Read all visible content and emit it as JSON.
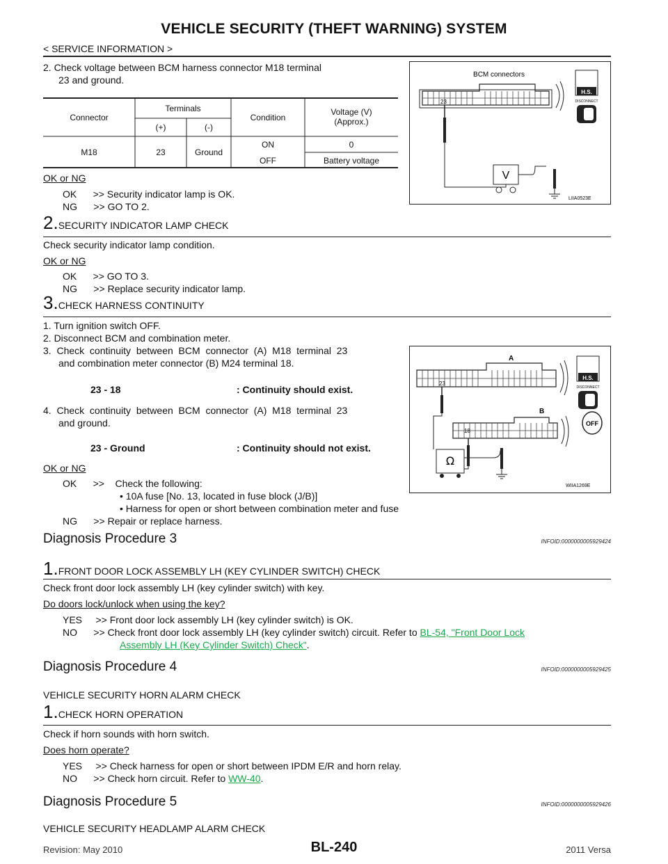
{
  "header": {
    "title": "VEHICLE SECURITY (THEFT WARNING) SYSTEM",
    "section": "< SERVICE INFORMATION >"
  },
  "step2_prev": {
    "text_line1": "2.  Check  voltage  between  BCM  harness  connector  M18  terminal",
    "text_line2": "23 and ground.",
    "table": {
      "h_connector": "Connector",
      "h_terminals": "Terminals",
      "h_plus": "(+)",
      "h_minus": "(-)",
      "h_condition": "Condition",
      "h_voltage_l1": "Voltage (V)",
      "h_voltage_l2": "(Approx.)",
      "connector": "M18",
      "plus": "23",
      "minus": "Ground",
      "row1_cond": "ON",
      "row1_volt": "0",
      "row2_cond": "OFF",
      "row2_volt": "Battery voltage"
    },
    "ok_or_ng": "OK or NG",
    "ok": "OK      >> Security indicator lamp is OK.",
    "ng": "NG      >> GO TO 2."
  },
  "diagram1": {
    "label": "BCM connectors",
    "pin": "23",
    "meter": "V",
    "hs": "H.S.",
    "disconnect": "DISCONNECT",
    "code": "LIIA0523E"
  },
  "step2": {
    "num": "2.",
    "title": "SECURITY INDICATOR LAMP CHECK",
    "text": "Check security indicator lamp condition.",
    "ok_or_ng": "OK or NG",
    "ok": "OK      >> GO TO 3.",
    "ng": "NG      >> Replace security indicator lamp."
  },
  "step3": {
    "num": "3.",
    "title": "CHECK HARNESS CONTINUITY",
    "l1": "1.  Turn ignition switch OFF.",
    "l2": "2.  Disconnect BCM and combination meter.",
    "l3a": "3.  Check  continuity  between  BCM  connector  (A)  M18  terminal  23",
    "l3b": "and combination meter connector (B) M24 terminal 18.",
    "c1_left": "23 - 18",
    "c1_right": ": Continuity should exist.",
    "l4a": "4.  Check  continuity  between  BCM  connector  (A)  M18  terminal  23",
    "l4b": "and ground.",
    "c2_left": "23 - Ground",
    "c2_right": ": Continuity should not exist.",
    "ok_or_ng": "OK or NG",
    "ok": "OK      >>    Check the following:",
    "ok_b1": "• 10A fuse [No. 13, located in fuse block (J/B)]",
    "ok_b2": "• Harness for open or short between combination meter and fuse",
    "ng": "NG      >> Repair or replace harness."
  },
  "diagram2": {
    "label_a": "A",
    "label_b": "B",
    "pin_a": "23",
    "pin_b": "18",
    "meter": "Ω",
    "hs": "H.S.",
    "disconnect": "DISCONNECT",
    "off": "OFF",
    "code": "WIIA1269E"
  },
  "proc3": {
    "title": "Diagnosis Procedure 3",
    "infoid": "INFOID:0000000005929424",
    "num": "1.",
    "step_title": "FRONT DOOR LOCK ASSEMBLY LH (KEY CYLINDER SWITCH) CHECK",
    "text": "Check front door lock assembly LH (key cylinder switch) with key.",
    "question": "Do doors lock/unlock when using the key?",
    "yes": "YES     >> Front door lock assembly LH (key cylinder switch) is OK.",
    "no": "NO      >> Check front door lock assembly LH (key cylinder switch) circuit. Refer to ",
    "link1": "BL-54, \"Front Door Lock",
    "link2": "Assembly LH (Key Cylinder Switch) Check\"",
    "period": "."
  },
  "proc4": {
    "title": "Diagnosis Procedure 4",
    "infoid": "INFOID:0000000005929425",
    "subtitle": "VEHICLE SECURITY HORN ALARM CHECK",
    "num": "1.",
    "step_title": "CHECK HORN OPERATION",
    "text": "Check if horn sounds with horn switch.",
    "question": "Does horn operate?",
    "yes": "YES     >> Check harness for open or short between IPDM E/R and horn relay.",
    "no": "NO      >> Check horn circuit. Refer to ",
    "link": "WW-40",
    "period": "."
  },
  "proc5": {
    "title": "Diagnosis Procedure 5",
    "infoid": "INFOID:0000000005929426",
    "subtitle": "VEHICLE SECURITY HEADLAMP ALARM CHECK"
  },
  "footer": {
    "revision": "Revision: May 2010",
    "page": "BL-240",
    "model": "2011 Versa"
  }
}
